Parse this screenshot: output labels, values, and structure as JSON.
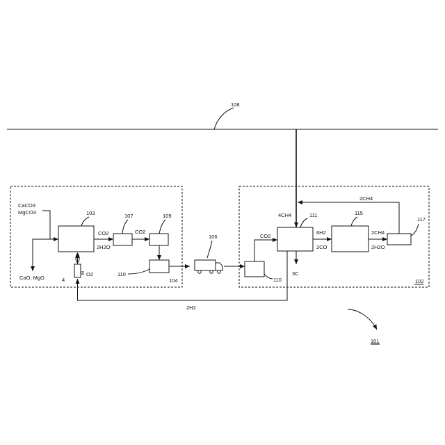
{
  "labels": {
    "grid": "108",
    "plant_left": "104",
    "plant_right": "102",
    "system": "101",
    "kiln": "103",
    "unit_107": "107",
    "unit_109": "109",
    "unit_110_left": "110",
    "unit_110_right": "110",
    "transport": "106",
    "reactor": "111",
    "unit_115": "115",
    "unit_117": "117",
    "burner": "4"
  },
  "streams": {
    "feed_line1": "CaCO3",
    "feed_line2": "MgCO3",
    "oxides": "CaO, MgO",
    "o2": "O2",
    "co2_a": "CO2",
    "h2o_a": "2H2O",
    "co2_b": "CO2",
    "co2_c": "CO2",
    "ch4_in": "4CH4",
    "h2_out": "6H2",
    "co_out": "2CO",
    "carbon": "3C",
    "ch4_out": "2CH4",
    "h2o_out": "2H2O",
    "ch4_recycle": "2CH4",
    "h2_return": "2H2"
  },
  "colors": {
    "ink": "#111111",
    "flame": "#111111"
  }
}
